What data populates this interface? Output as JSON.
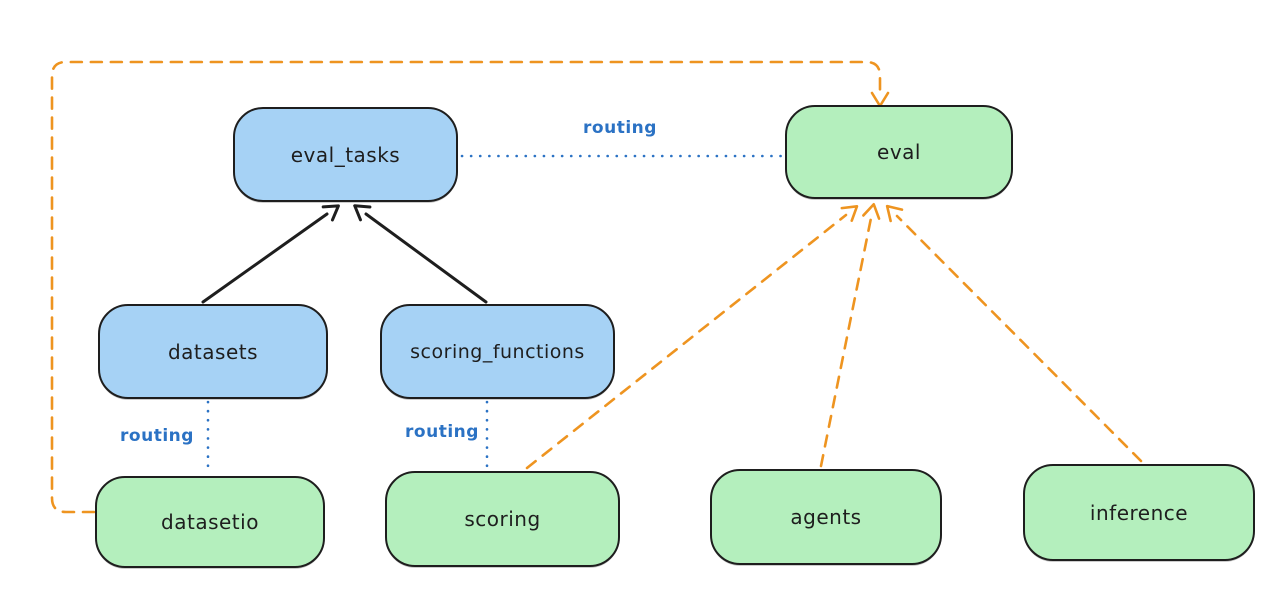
{
  "diagram": {
    "nodes": {
      "eval_tasks": {
        "label": "eval_tasks",
        "group": "resource",
        "fill": "blue"
      },
      "eval": {
        "label": "eval",
        "group": "api",
        "fill": "green"
      },
      "datasets": {
        "label": "datasets",
        "group": "resource",
        "fill": "blue"
      },
      "scoring_functions": {
        "label": "scoring_functions",
        "group": "resource",
        "fill": "blue"
      },
      "datasetio": {
        "label": "datasetio",
        "group": "api",
        "fill": "green"
      },
      "scoring": {
        "label": "scoring",
        "group": "api",
        "fill": "green"
      },
      "agents": {
        "label": "agents",
        "group": "api",
        "fill": "green"
      },
      "inference": {
        "label": "inference",
        "group": "api",
        "fill": "green"
      }
    },
    "edge_labels": {
      "eval_tasks_to_eval": "routing",
      "datasets_to_datasetio": "routing",
      "scoring_functions_to_scoring": "routing"
    },
    "edges": [
      {
        "from": "datasets",
        "to": "eval_tasks",
        "style": "solid",
        "color": "black",
        "arrow": true
      },
      {
        "from": "scoring_functions",
        "to": "eval_tasks",
        "style": "solid",
        "color": "black",
        "arrow": true
      },
      {
        "from": "eval_tasks",
        "to": "eval",
        "style": "dotted",
        "color": "blue",
        "arrow": false,
        "label": "routing"
      },
      {
        "from": "datasets",
        "to": "datasetio",
        "style": "dotted",
        "color": "blue",
        "arrow": false,
        "label": "routing"
      },
      {
        "from": "scoring_functions",
        "to": "scoring",
        "style": "dotted",
        "color": "blue",
        "arrow": false,
        "label": "routing"
      },
      {
        "from": "datasetio",
        "to": "eval",
        "style": "dashed",
        "color": "orange",
        "arrow": true
      },
      {
        "from": "scoring",
        "to": "eval",
        "style": "dashed",
        "color": "orange",
        "arrow": true
      },
      {
        "from": "agents",
        "to": "eval",
        "style": "dashed",
        "color": "orange",
        "arrow": true
      },
      {
        "from": "inference",
        "to": "eval",
        "style": "dashed",
        "color": "orange",
        "arrow": true
      }
    ]
  },
  "colors": {
    "node-blue-fill": "#a6d2f5",
    "node-green-fill": "#b4efbd",
    "node-stroke": "#1e1e1e",
    "routing-blue": "#2b72c4",
    "edge-orange": "#ee9420",
    "edge-black": "#1e1e1e",
    "bg": "#ffffff"
  }
}
